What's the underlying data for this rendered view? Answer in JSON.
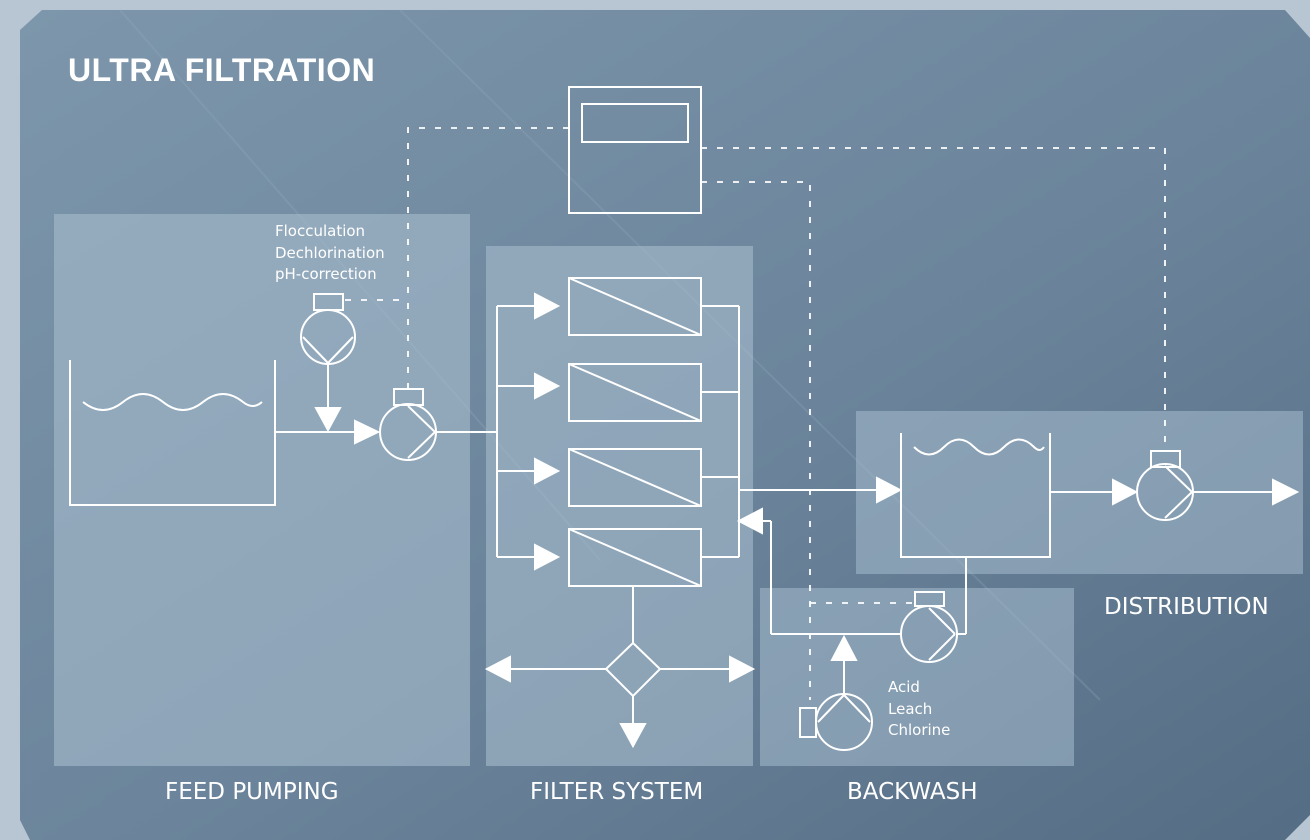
{
  "title": "ULTRA FILTRATION",
  "sections": {
    "feed_pumping": "FEED PUMPING",
    "filter_system": "FILTER SYSTEM",
    "backwash": "BACKWASH",
    "distribution": "DISTRIBUTION"
  },
  "dosing_labels": [
    "Flocculation",
    "Dechlorination",
    "pH-correction"
  ],
  "backwash_chemicals": [
    "Acid",
    "Leach",
    "Chlorine"
  ],
  "colors": {
    "background_dark": "#5b7389",
    "background_light": "#8ea6bb",
    "panel": "#9fb6c8",
    "line": "#ffffff"
  }
}
